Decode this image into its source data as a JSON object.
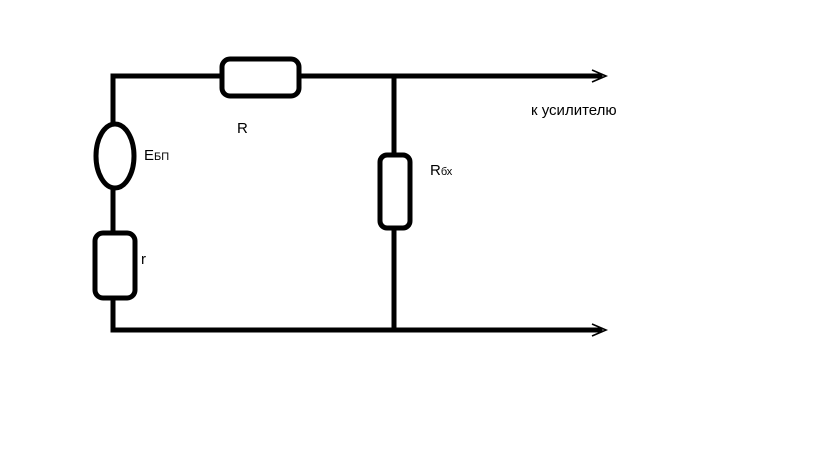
{
  "labels": {
    "resistor_series": "R",
    "source_emf": "E",
    "source_emf_sub": "БП",
    "internal_resistance": "r",
    "input_resistance": "R",
    "input_resistance_sub": "бх",
    "output_caption": "к усилителю"
  },
  "colors": {
    "ink": "#000000",
    "background": "#ffffff"
  }
}
